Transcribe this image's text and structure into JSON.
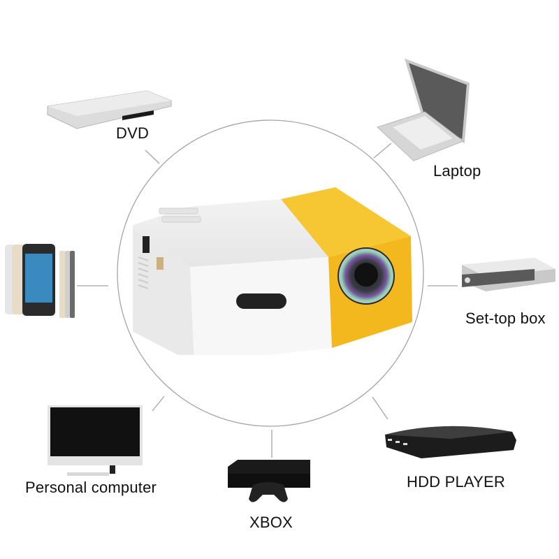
{
  "center_product": {
    "name": "mini-projector",
    "colors": {
      "body": "#f4f4f4",
      "accent": "#f6c52a",
      "lens": "#2a2a2a"
    }
  },
  "ring": {
    "stroke": "#9a9a9a"
  },
  "devices": [
    {
      "id": "dvd",
      "label": "DVD"
    },
    {
      "id": "laptop",
      "label": "Laptop"
    },
    {
      "id": "phone",
      "label": ""
    },
    {
      "id": "set-top-box",
      "label": "Set-top box"
    },
    {
      "id": "personal-computer",
      "label": "Personal computer"
    },
    {
      "id": "xbox",
      "label": "XBOX"
    },
    {
      "id": "hdd-player",
      "label": "HDD PLAYER"
    }
  ]
}
